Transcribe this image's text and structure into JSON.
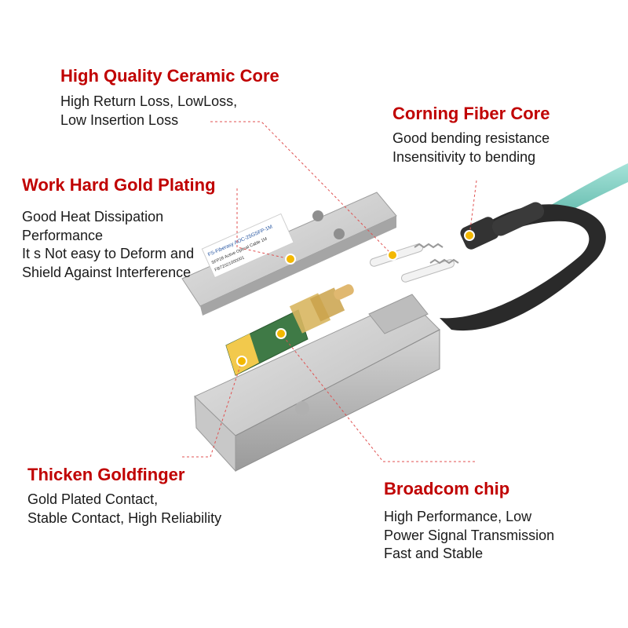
{
  "colors": {
    "title": "#c00000",
    "text": "#1a1a1a",
    "leader": "#e05050",
    "cable": "#7fd1c4",
    "hotspot": "#f3b800"
  },
  "product": {
    "label_line1": "FS-Fiberasy AOC-25GSFP-1M",
    "label_line2": "SFP28 Active Optical Cable 1M",
    "label_line3": "FB72021000001"
  },
  "features": {
    "ceramic_core": {
      "title": "High Quality Ceramic Core",
      "lines": [
        "High Return Loss, LowLoss,",
        "Low Insertion Loss"
      ]
    },
    "corning_fiber": {
      "title": "Corning Fiber Core",
      "lines": [
        "Good bending resistance",
        "Insensitivity to bending"
      ]
    },
    "gold_plating": {
      "title": "Work Hard Gold Plating",
      "lines": [
        "Good Heat Dissipation",
        "Performance",
        "It s Not easy to Deform and",
        "Shield Against Interference"
      ]
    },
    "goldfinger": {
      "title": "Thicken Goldfinger",
      "lines": [
        "Gold Plated Contact,",
        "Stable Contact, High Reliability"
      ]
    },
    "broadcom": {
      "title": "Broadcom chip",
      "lines": [
        "High Performance, Low",
        "Power Signal Transmission",
        "Fast and Stable"
      ]
    }
  }
}
